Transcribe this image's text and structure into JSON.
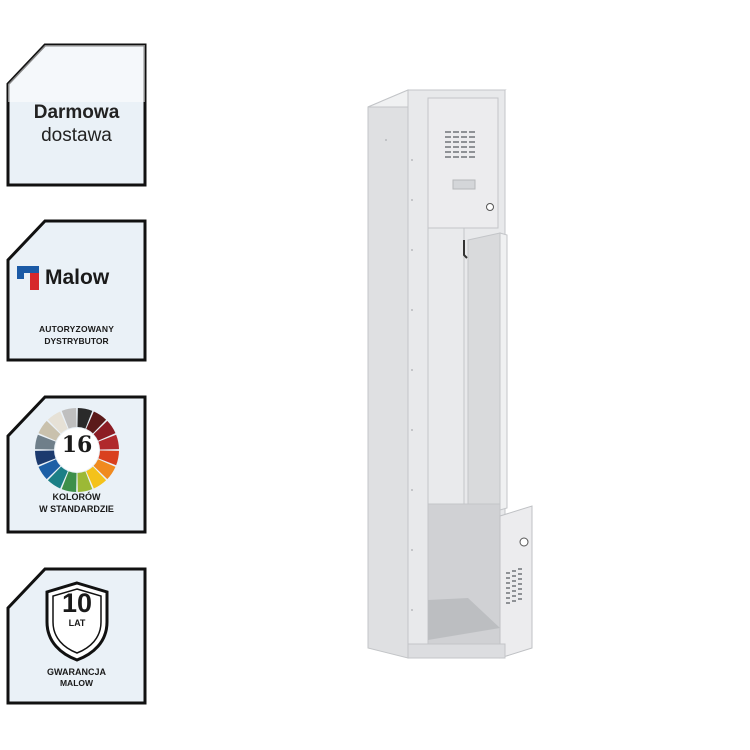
{
  "badges": {
    "delivery": {
      "title": "Darmowa",
      "subtitle": "dostawa"
    },
    "distributor": {
      "brand": "Malow",
      "line1": "AUTORYZOWANY",
      "line2": "DYSTRYBUTOR",
      "brand_color_blue": "#1b5aa6",
      "brand_color_red": "#d6272b"
    },
    "colors": {
      "count": "16",
      "line1": "KOLORÓW",
      "line2": "W STANDARDZIE"
    },
    "warranty": {
      "years": "10",
      "unit": "LAT",
      "line1": "GWARANCJA",
      "line2": "MALOW"
    }
  },
  "product": {
    "name_icon": "locker-z-door-icon"
  },
  "style": {
    "badge_fill": "#eaf1f7",
    "badge_border": "#111111",
    "locker_body": "#e6e7e9"
  },
  "color_wheel": [
    "#2a2a2a",
    "#5b1a1a",
    "#8c1c24",
    "#b0282c",
    "#d9401e",
    "#f08a1f",
    "#f4c21a",
    "#9cb936",
    "#3d8f4a",
    "#1b7f86",
    "#1d5fa6",
    "#1c3a6e",
    "#6f7f8a",
    "#c9c1ad",
    "#e6e1d6",
    "#bfbfbf"
  ]
}
